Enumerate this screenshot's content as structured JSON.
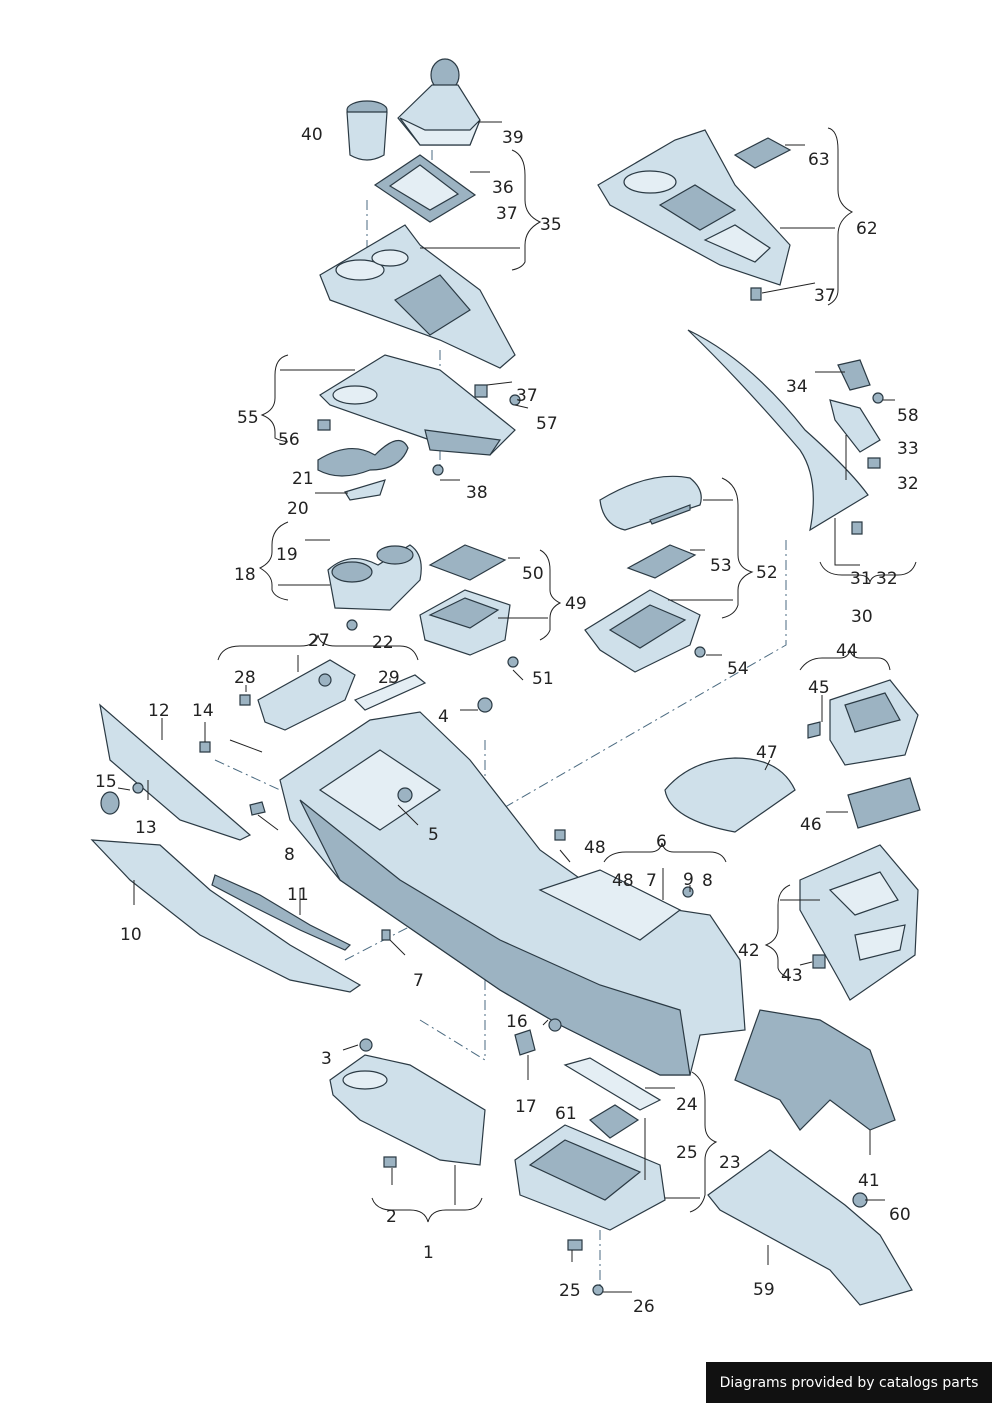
{
  "colors": {
    "part_fill": "#cfe0ea",
    "part_shadow": "#9cb3c2",
    "outline": "#2b3a44"
  },
  "labels": {
    "l1": "1",
    "l2": "2",
    "l3": "3",
    "l4": "4",
    "l5": "5",
    "l6": "6",
    "l7a": "7",
    "l7b": "7",
    "l8a": "8",
    "l8b": "8",
    "l9": "9",
    "l10": "10",
    "l11": "11",
    "l12": "12",
    "l13": "13",
    "l14": "14",
    "l15": "15",
    "l16": "16",
    "l17": "17",
    "l18": "18",
    "l19": "19",
    "l20": "20",
    "l21": "21",
    "l22": "22",
    "l23": "23",
    "l24": "24",
    "l25a": "25",
    "l25b": "25",
    "l26": "26",
    "l27": "27",
    "l28": "28",
    "l29": "29",
    "l30": "30",
    "l31": "31",
    "l32a": "32",
    "l32b": "32",
    "l33": "33",
    "l34": "34",
    "l35": "35",
    "l36": "36",
    "l37a": "37",
    "l37b": "37",
    "l37c": "37",
    "l38": "38",
    "l39": "39",
    "l40": "40",
    "l41": "41",
    "l42": "42",
    "l43": "43",
    "l44": "44",
    "l45": "45",
    "l46": "46",
    "l47": "47",
    "l48a": "48",
    "l48b": "48",
    "l49": "49",
    "l50": "50",
    "l51": "51",
    "l52": "52",
    "l53": "53",
    "l54": "54",
    "l55": "55",
    "l56": "56",
    "l57": "57",
    "l58": "58",
    "l59": "59",
    "l60": "60",
    "l61": "61",
    "l62": "62",
    "l63": "63"
  },
  "footer": {
    "credit": "Diagrams provided by catalogs parts"
  }
}
